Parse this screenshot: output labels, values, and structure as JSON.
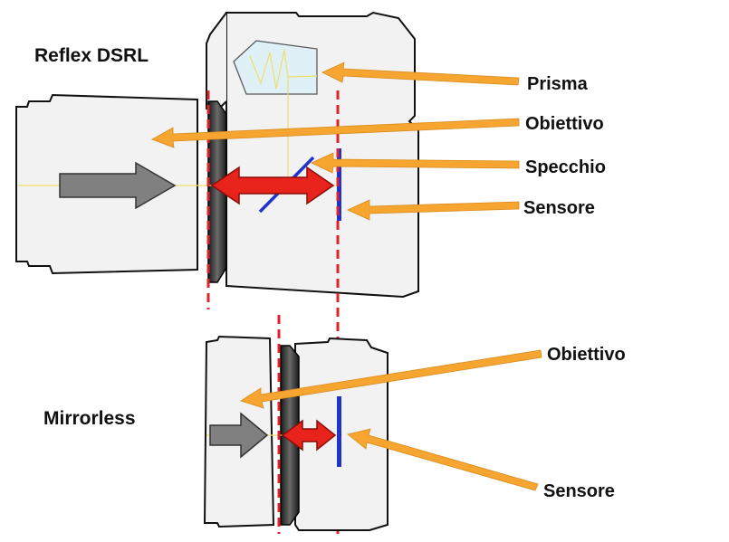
{
  "diagram": {
    "top_title": "Reflex DSRL",
    "bottom_title": "Mirrorless",
    "labels": {
      "prisma": "Prisma",
      "obiettivo_top": "Obiettivo",
      "specchio": "Specchio",
      "sensore_top": "Sensore",
      "obiettivo_bottom": "Obiettivo",
      "sensore_bottom": "Sensore"
    },
    "colors": {
      "body_fill": "#f2f2f2",
      "outline": "#111111",
      "callout_arrow": "#f7a531",
      "flange_arrow": "#e8231b",
      "reference_line": "#e0232b",
      "sensor": "#2233cc",
      "light_path": "#ece06a",
      "light_arrow": "#808080",
      "prism_fill": "#dff0f6"
    }
  }
}
